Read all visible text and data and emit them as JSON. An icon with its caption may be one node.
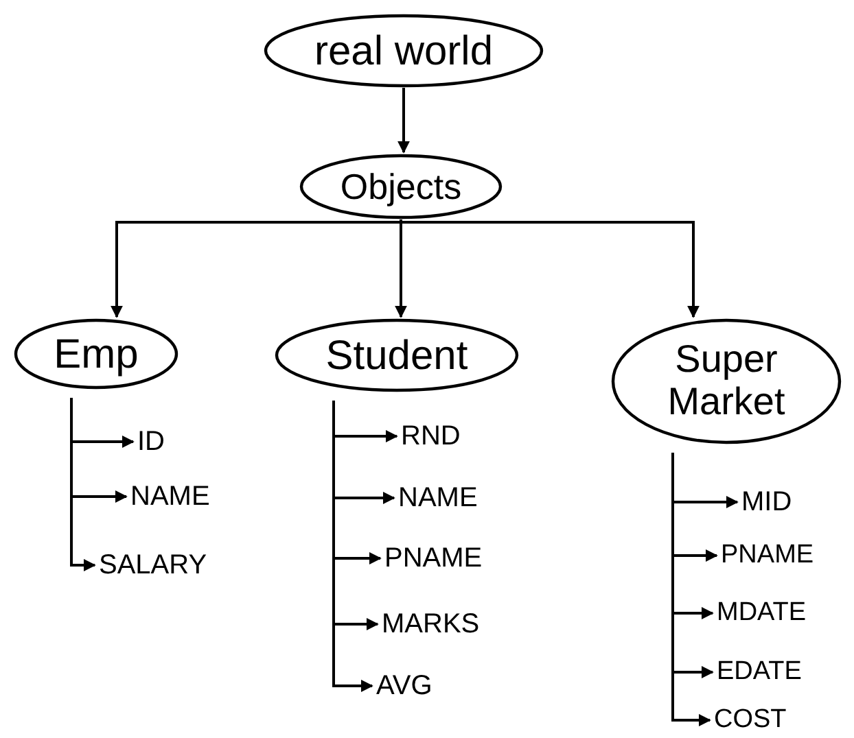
{
  "diagram": {
    "nodes": [
      {
        "text": [
          "real world"
        ]
      },
      {
        "text": [
          "Objects"
        ]
      },
      {
        "text": [
          "Emp"
        ]
      },
      {
        "text": [
          "Student"
        ]
      },
      {
        "text": [
          "Super Market"
        ]
      },
      {
        "text": [
          "ID"
        ]
      },
      {
        "text": [
          "NAME"
        ]
      },
      {
        "text": [
          "SALARY"
        ]
      },
      {
        "text": [
          "RND"
        ]
      },
      {
        "text": [
          "NAME"
        ]
      },
      {
        "text": [
          "PNAME"
        ]
      },
      {
        "text": [
          "MARKS"
        ]
      },
      {
        "text": [
          "AVG"
        ]
      },
      {
        "text": [
          "MID"
        ]
      },
      {
        "text": [
          "PNAME"
        ]
      },
      {
        "text": [
          "MDATE"
        ]
      },
      {
        "text": [
          "EDATE"
        ]
      },
      {
        "text": [
          "COST"
        ]
      }
    ],
    "edges": [
      {
        "from": 0,
        "to": 1,
        "arrow": "to"
      },
      {
        "from": 1,
        "to": 2,
        "arrow": "to"
      },
      {
        "from": 1,
        "to": 3,
        "arrow": "to"
      },
      {
        "from": 1,
        "to": 4,
        "arrow": "to"
      },
      {
        "from": 2,
        "to": 5,
        "arrow": "to"
      },
      {
        "from": 2,
        "to": 6,
        "arrow": "to"
      },
      {
        "from": 2,
        "to": 7,
        "arrow": "to"
      },
      {
        "from": 3,
        "to": 8,
        "arrow": "to"
      },
      {
        "from": 3,
        "to": 9,
        "arrow": "to"
      },
      {
        "from": 3,
        "to": 10,
        "arrow": "to"
      },
      {
        "from": 3,
        "to": 11,
        "arrow": "to"
      },
      {
        "from": 3,
        "to": 12,
        "arrow": "to"
      },
      {
        "from": 4,
        "to": 13,
        "arrow": "to"
      },
      {
        "from": 4,
        "to": 14,
        "arrow": "to"
      },
      {
        "from": 4,
        "to": 15,
        "arrow": "to"
      },
      {
        "from": 4,
        "to": 16,
        "arrow": "to"
      },
      {
        "from": 4,
        "to": 17,
        "arrow": "to"
      }
    ]
  }
}
